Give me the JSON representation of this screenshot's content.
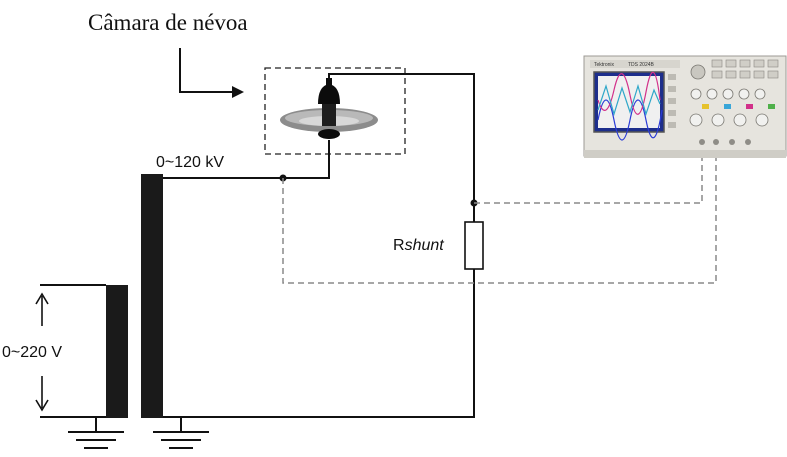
{
  "title": "Câmara de névoa",
  "labels": {
    "voltage_high": "0~120 kV",
    "voltage_low": "0~220 V",
    "resistor_prefix": "R",
    "resistor_suffix": "shunt"
  },
  "oscilloscope": {
    "brand": "Tektronix",
    "model": "TDS 2024B"
  },
  "colors": {
    "wire": "#111111",
    "signal_line": "#8a8a8a",
    "transformer_core": "#1a1a1a",
    "scope_body": "#e6e4de",
    "scope_screen": "#1d2e8c"
  }
}
